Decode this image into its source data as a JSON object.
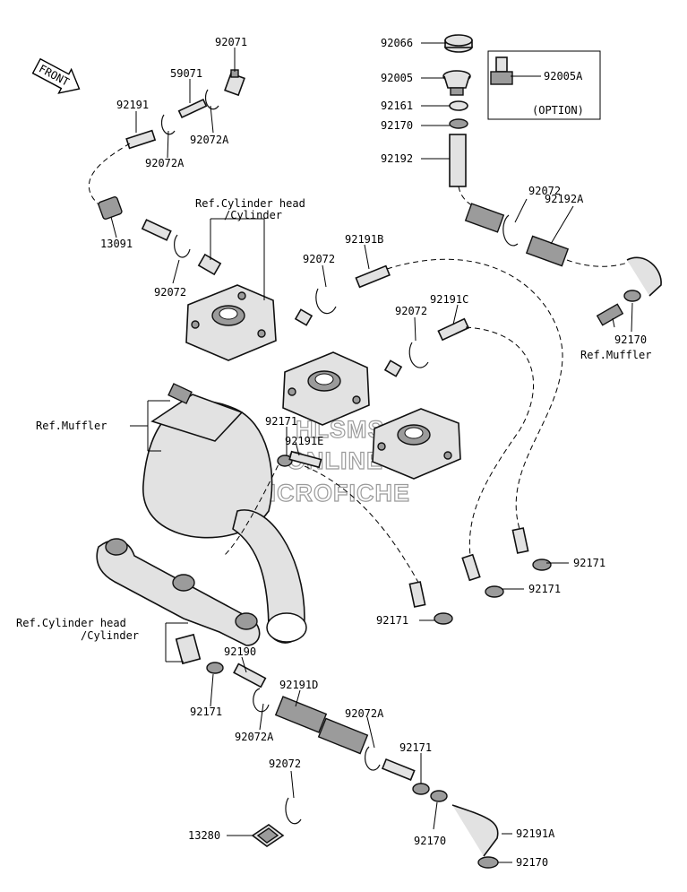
{
  "front_label": "FRONT",
  "watermark": {
    "line1": "HLSMS",
    "line2": "ONLINE",
    "line3": "MICROFICHE"
  },
  "labels": {
    "p92071": "92071",
    "p59071": "59071",
    "p92191": "92191",
    "p92072A_1": "92072A",
    "p92072A_2": "92072A",
    "p13091": "13091",
    "ref_cyl_head_1a": "Ref.Cylinder head",
    "ref_cyl_head_1b": "/Cylinder",
    "p92072_1": "92072",
    "p92066": "92066",
    "p92005": "92005",
    "p92005A": "92005A",
    "option": "(OPTION)",
    "p92161": "92161",
    "p92170_1": "92170",
    "p92192": "92192",
    "p92072_2": "92072",
    "p92192A": "92192A",
    "p92191B": "92191B",
    "p92072_3": "92072",
    "p92191C": "92191C",
    "p92072_4": "92072",
    "p92170_2": "92170",
    "ref_muffler_1": "Ref.Muffler",
    "ref_muffler_2": "Ref.Muffler",
    "p92171_1": "92171",
    "p92191E": "92191E",
    "p92171_2": "92171",
    "p92171_3": "92171",
    "p92171_4": "92171",
    "ref_cyl_head_2a": "Ref.Cylinder head",
    "ref_cyl_head_2b": "/Cylinder",
    "p92190": "92190",
    "p92191D": "92191D",
    "p92171_5": "92171",
    "p92072A_3": "92072A",
    "p92072A_4": "92072A",
    "p92171_6": "92171",
    "p92072_5": "92072",
    "p13280": "13280",
    "p92170_3": "92170",
    "p92191A": "92191A",
    "p92170_4": "92170"
  }
}
